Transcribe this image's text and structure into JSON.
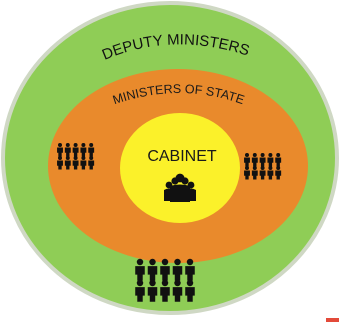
{
  "rings": {
    "outer": {
      "label": "DEPUTY MINISTERS",
      "color": "#8fcd56",
      "border": "#cfd8c4"
    },
    "middle": {
      "label": "MINISTERS OF STATE",
      "color": "#e98a2c"
    },
    "core": {
      "label": "CABINET",
      "color": "#fbf12a"
    }
  },
  "icons": {
    "person": "person-icon",
    "group": "group-icon"
  },
  "colors": {
    "icon_fill": "#111111",
    "accent_mark": "#e34a3a"
  }
}
